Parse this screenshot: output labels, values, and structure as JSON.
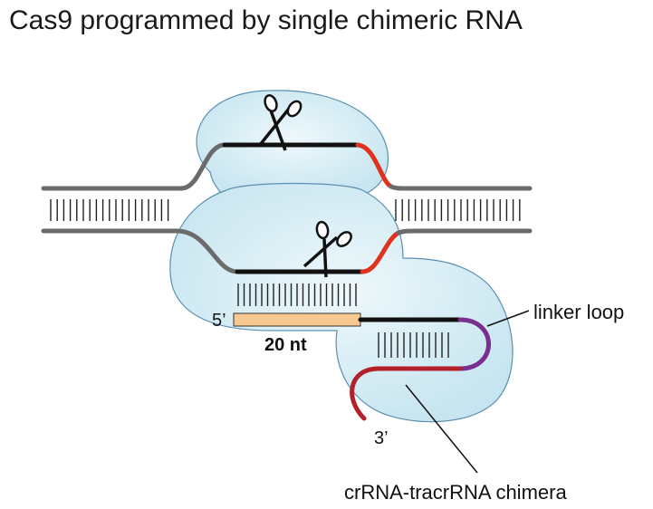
{
  "title": "Cas9 programmed by single chimeric RNA",
  "labels": {
    "five_prime": "5’",
    "three_prime": "3’",
    "guide_length": "20 nt",
    "linker": "linker loop",
    "chimera": "crRNA-tracrRNA chimera"
  },
  "colors": {
    "protein_fill": "#cfe9f2",
    "protein_stroke": "#5b8fb0",
    "dna_strand": "#6b6b6b",
    "target_strand": "#111111",
    "pam": "#e0331f",
    "guide_box": "#f7c990",
    "linker_loop": "#7a2e8f",
    "tracr": "#b3202a"
  },
  "icons": [
    "scissors-icon-top",
    "scissors-icon-bottom"
  ]
}
